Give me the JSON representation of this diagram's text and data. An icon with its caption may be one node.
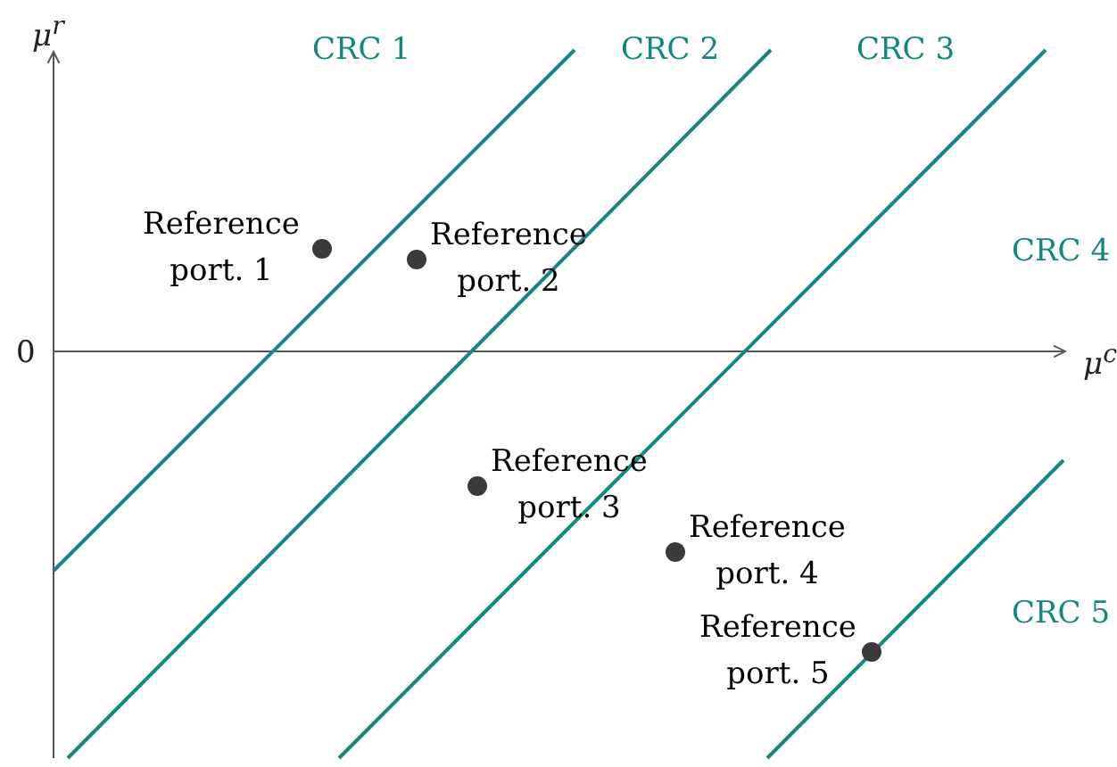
{
  "diagram": {
    "nodes": [
      {
        "text": [
          "Reference port. 1"
        ]
      },
      {
        "text": [
          "Reference port. 2"
        ]
      },
      {
        "text": [
          "Reference port. 3"
        ]
      },
      {
        "text": [
          "Reference port. 4"
        ]
      },
      {
        "text": [
          "Reference port. 5"
        ]
      }
    ],
    "labels": [
      "μ$^{r}$",
      "CRC 1",
      "CRC 2",
      "CRC 3",
      "CRC 4",
      "0",
      "μ$^{c}$",
      "CRC 5"
    ]
  }
}
